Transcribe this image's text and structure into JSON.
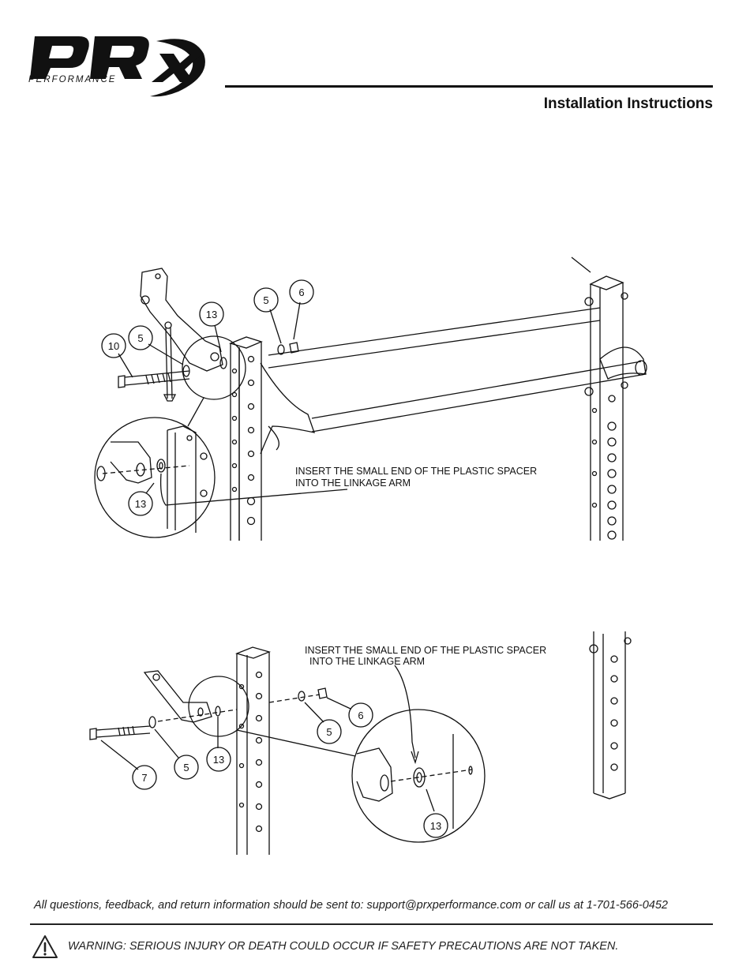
{
  "header": {
    "logo_wordmark": "PRx",
    "logo_tagline": "PERFORMANCE",
    "doc_title": "Installation Instructions"
  },
  "figure_top": {
    "balloons": [
      "10",
      "5",
      "13",
      "5",
      "6"
    ],
    "detail_balloon": "13",
    "note_line1": "INSERT THE SMALL END OF THE PLASTIC SPACER",
    "note_line2": "INTO THE LINKAGE ARM"
  },
  "figure_bottom": {
    "balloons": [
      "7",
      "5",
      "13",
      "5",
      "6"
    ],
    "detail_balloon": "13",
    "note_line1": "INSERT THE SMALL END OF THE PLASTIC SPACER",
    "note_line2": "INTO THE LINKAGE ARM"
  },
  "footer": {
    "contact": "All questions, feedback, and return information should be sent to: support@prxperformance.com or call us at 1-701-566-0452",
    "warning": "WARNING: SERIOUS INJURY OR DEATH COULD OCCUR IF SAFETY PRECAUTIONS ARE NOT TAKEN."
  }
}
